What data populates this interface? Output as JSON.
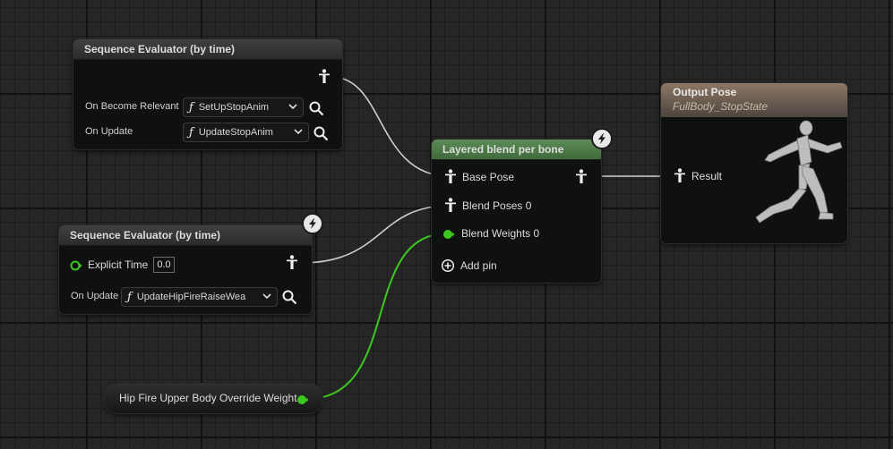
{
  "nodes": {
    "seq_eval_1": {
      "title": "Sequence Evaluator (by time)",
      "on_become_relevant_label": "On Become Relevant",
      "on_become_relevant_fn": "SetUpStopAnim",
      "on_update_label": "On Update",
      "on_update_fn": "UpdateStopAnim"
    },
    "seq_eval_2": {
      "title": "Sequence Evaluator (by time)",
      "explicit_time_label": "Explicit Time",
      "explicit_time_value": "0.0",
      "on_update_label": "On Update",
      "on_update_fn": "UpdateHipFireRaiseWea"
    },
    "layered_blend": {
      "title": "Layered blend per bone",
      "base_pose": "Base Pose",
      "blend_poses": "Blend Poses 0",
      "blend_weights": "Blend Weights 0",
      "add_pin": "Add pin"
    },
    "output_pose": {
      "title": "Output Pose",
      "subtitle": "FullBody_StopState",
      "result": "Result"
    },
    "variable": {
      "label": "Hip Fire Upper Body Override Weight"
    }
  },
  "colors": {
    "float_pin": "#3cc81e",
    "pose_wire": "#d8d8d8",
    "layered_header": "#4e7a48",
    "output_header": "#8a7460"
  },
  "icons": [
    "pose-icon",
    "search-icon",
    "function-icon",
    "chevron-down-icon",
    "fast-path-icon",
    "add-pin-icon",
    "running-figure-icon"
  ]
}
